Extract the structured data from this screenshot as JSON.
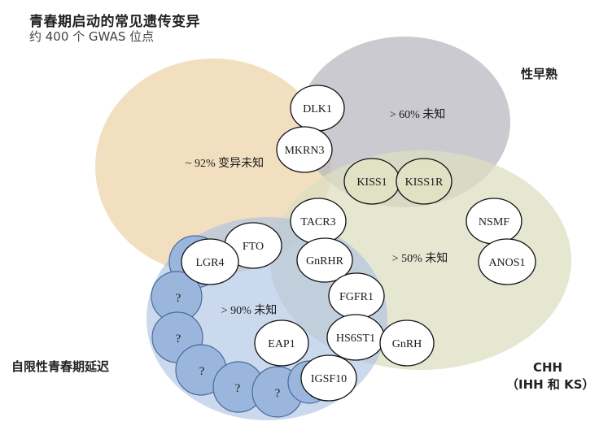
{
  "header": {
    "title": "青春期启动的常见遗传变异",
    "subtitle": "约 400 个 GWAS 位点"
  },
  "groups": {
    "common": {
      "label": "青春期启动的常见遗传变异",
      "unknown": "~ 92% 变异未知",
      "color": "#f0d9b5"
    },
    "precocious": {
      "label": "性早熟",
      "unknown": "> 60% 未知",
      "color": "#c8c8cc"
    },
    "chh": {
      "label": "CHH",
      "sublabel": "（IHH 和 KS）",
      "unknown": "> 50% 未知",
      "color": "#e4e6d0"
    },
    "delay": {
      "label": "自限性青春期延迟",
      "unknown": "> 90% 未知",
      "color": "#c9d8ec"
    }
  },
  "genes": {
    "dlk1": "DLK1",
    "mkrn3": "MKRN3",
    "kiss1": "KISS1",
    "kiss1r": "KISS1R",
    "tacr3": "TACR3",
    "gnrhr": "GnRHR",
    "fgfr1": "FGFR1",
    "hs6st1": "HS6ST1",
    "gnrh": "GnRH",
    "nsmf": "NSMF",
    "anos1": "ANOS1",
    "fto": "FTO",
    "lgr4": "LGR4",
    "eap1": "EAP1",
    "igsf10": "IGSF10",
    "unknown": "?"
  }
}
